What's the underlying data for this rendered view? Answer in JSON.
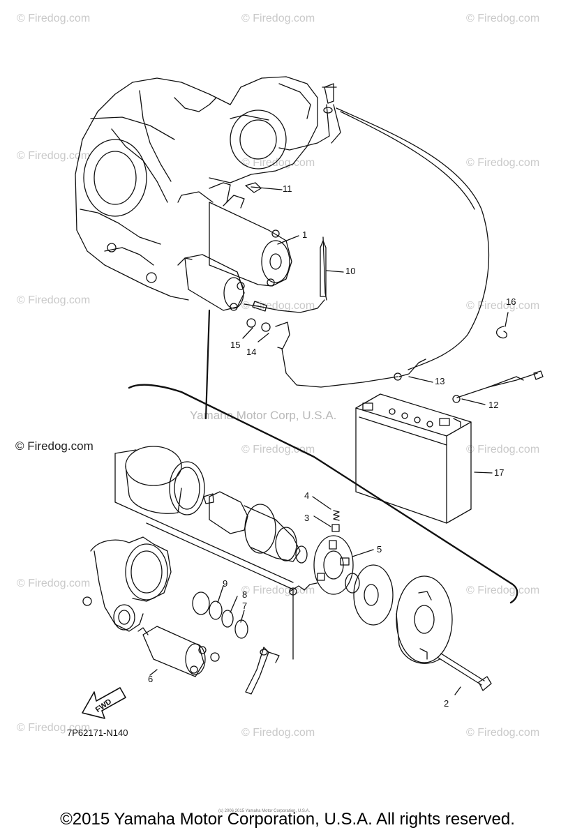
{
  "watermarks": {
    "text": "© Firedog.com",
    "center_text": "Yamaha Motor Corp, U.S.A."
  },
  "part_labels": [
    "1",
    "2",
    "3",
    "4",
    "5",
    "6",
    "7",
    "8",
    "9",
    "10",
    "11",
    "12",
    "13",
    "14",
    "15",
    "16",
    "17"
  ],
  "fwd_label": "FWD",
  "drawing_code": "7P62171-N140",
  "tiny_copyright": "(c) 2006 2015 Yamaha Motor Corporation, U.S.A.",
  "footer": "©2015 Yamaha Motor Corporation, U.S.A. All rights reserved."
}
